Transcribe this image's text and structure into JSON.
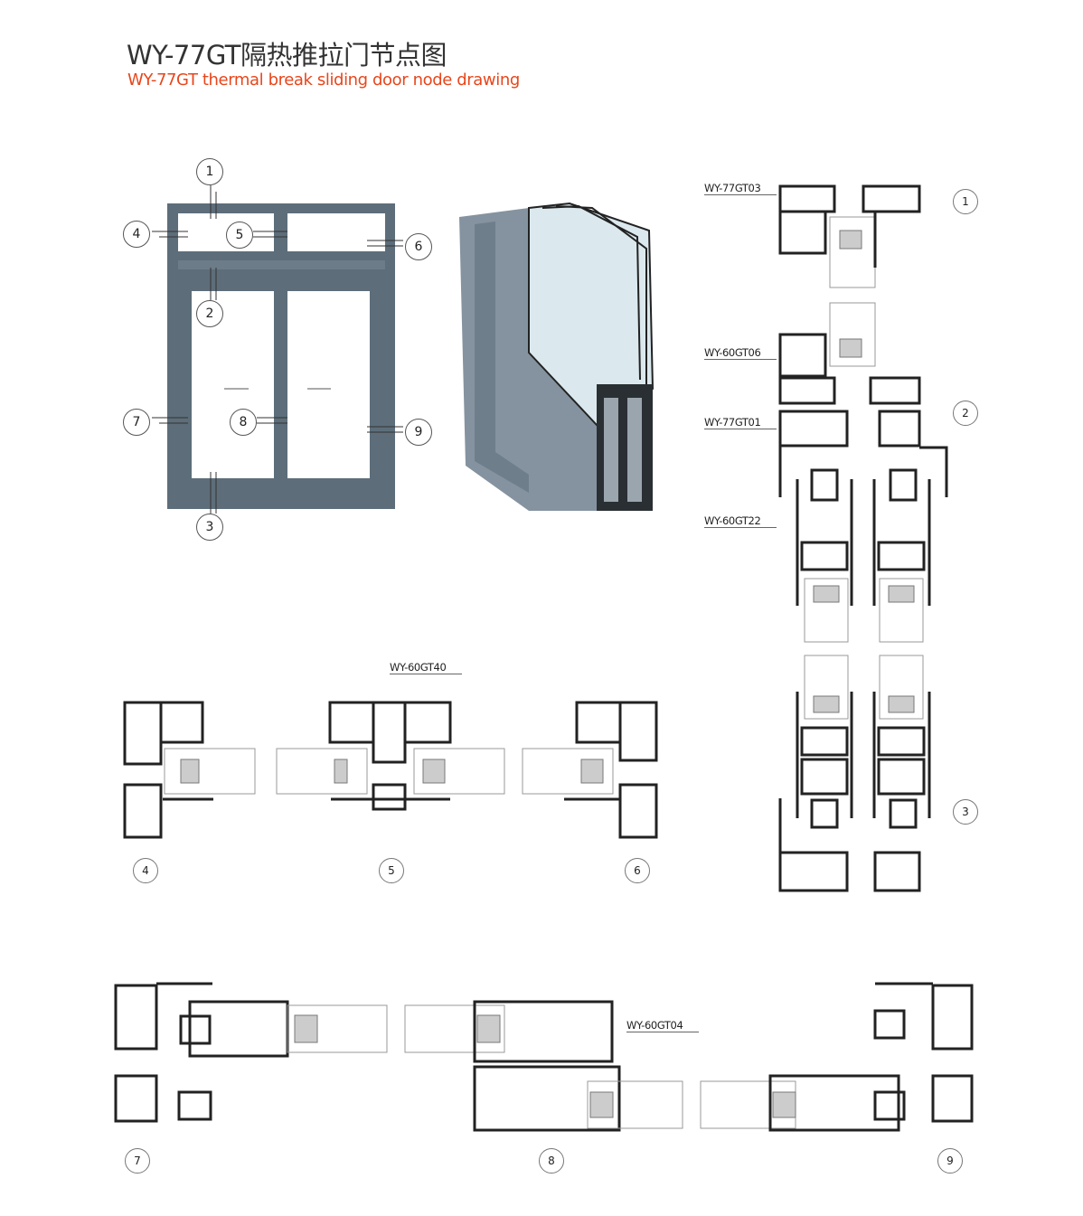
{
  "header": {
    "title": "WY-77GT隔热推拉门节点图",
    "subtitle": "WY-77GT thermal break sliding door node drawing"
  },
  "colors": {
    "subtitle": "#e8461b",
    "frame": "#5d6e7a",
    "profile": "#222222"
  },
  "elevation_callouts": [
    "1",
    "2",
    "3",
    "4",
    "5",
    "6",
    "7",
    "8",
    "9"
  ],
  "profile_labels": {
    "top": "WY-77GT03",
    "transom_upper": "WY-60GT06",
    "transom_lower": "WY-77GT01",
    "sash": "WY-60GT22",
    "mullion": "WY-60GT40",
    "interlock": "WY-60GT04"
  },
  "section_numbers": [
    "1",
    "2",
    "3",
    "4",
    "5",
    "6",
    "7",
    "8",
    "9"
  ]
}
